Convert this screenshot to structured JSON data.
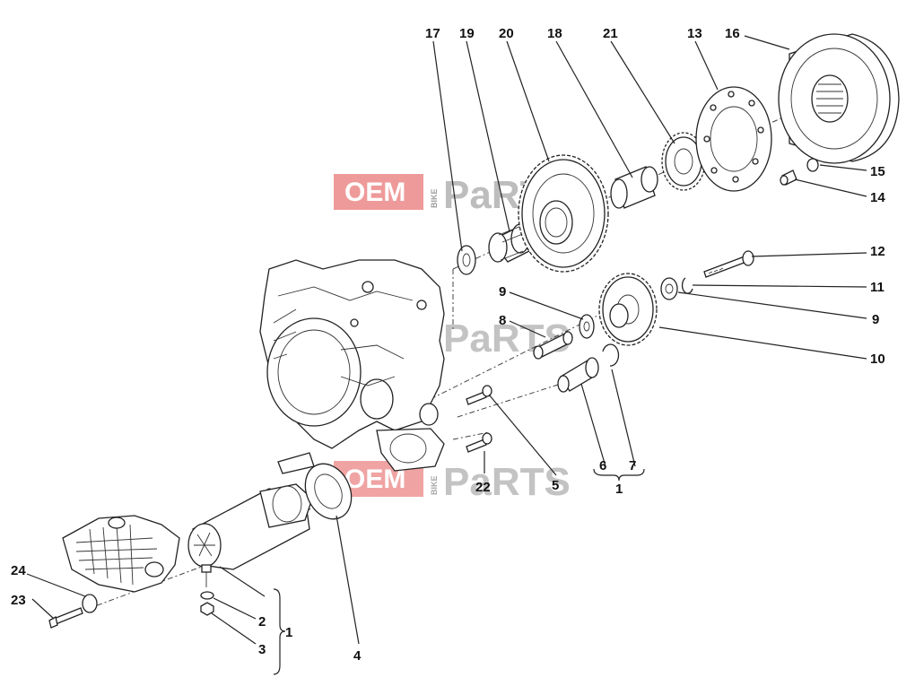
{
  "watermark": {
    "oem": "OEM",
    "bike": "BIKE",
    "parts": "PaRTS",
    "accent": "#e57373"
  },
  "callouts": {
    "c1a": "1",
    "c1b": "1",
    "c2": "2",
    "c3": "3",
    "c4": "4",
    "c5": "5",
    "c6": "6",
    "c7": "7",
    "c8": "8",
    "c9a": "9",
    "c9b": "9",
    "c10": "10",
    "c11": "11",
    "c12": "12",
    "c13": "13",
    "c14": "14",
    "c15": "15",
    "c16": "16",
    "c17": "17",
    "c18": "18",
    "c19": "19",
    "c20": "20",
    "c21": "21",
    "c22": "22",
    "c23": "23",
    "c24": "24"
  }
}
